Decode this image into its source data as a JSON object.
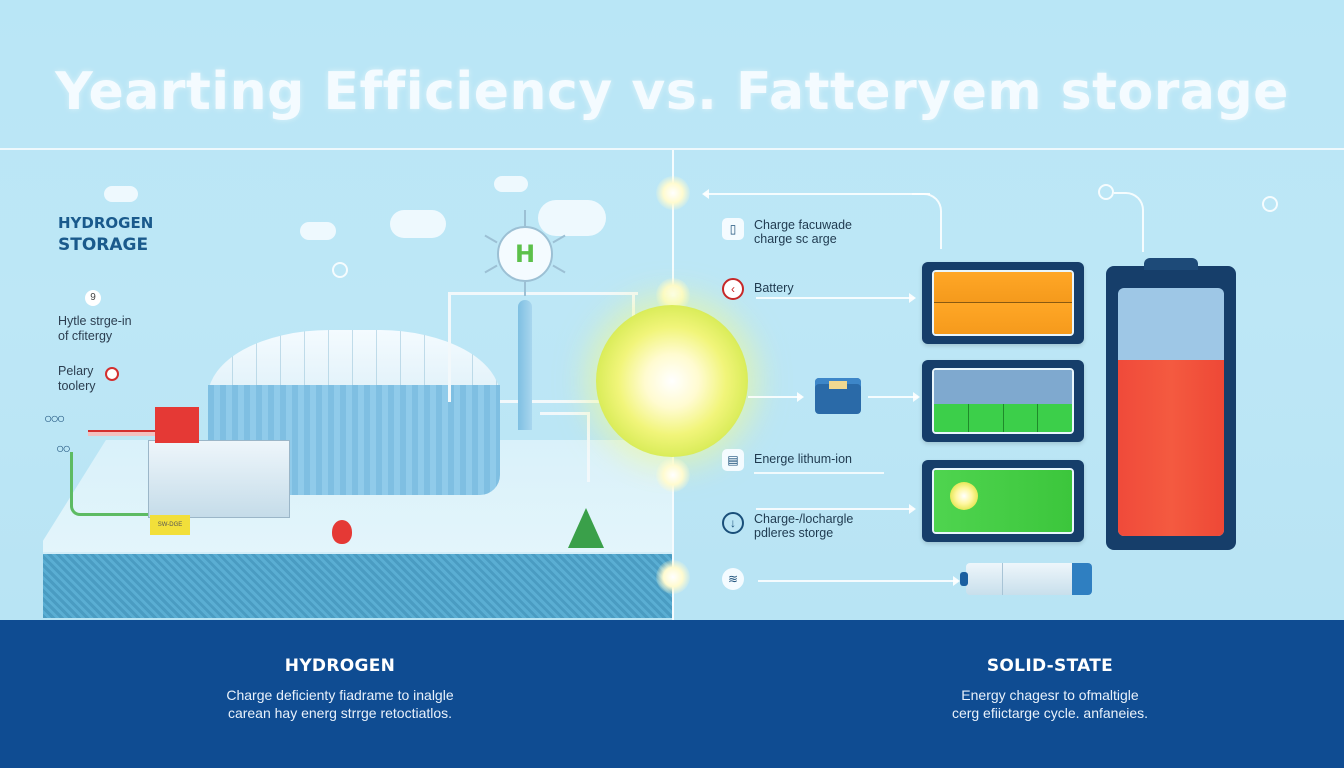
{
  "title": "Yearting Efficiency vs. Fatteryem storage",
  "left_panel": {
    "heading_line1": "HYDROGEN",
    "heading_line2": "STORAGE",
    "badge": "9",
    "note1_line1": "Hytle strge-in",
    "note1_line2": "of cfitergy",
    "note2_line1": "Pelary",
    "note2_line2": "toolery",
    "h_atom_label": "H",
    "yellow_box_label": "SW-DGE"
  },
  "right_panel": {
    "items": [
      {
        "icon": "phone-icon",
        "line1": "Charge facuwade",
        "line2": "charge sc arge"
      },
      {
        "icon": "battery-warning-icon",
        "line1": "Battery",
        "line2": ""
      },
      {
        "icon": "device-icon",
        "line1": "Energe lithum-ion",
        "line2": ""
      },
      {
        "icon": "download-arrow-icon",
        "line1": "Charge-/lochargle",
        "line2": "pdleres storge"
      },
      {
        "icon": "capacitor-icon",
        "line1": "",
        "line2": ""
      }
    ],
    "big_battery_fill_percent": 71
  },
  "footer": {
    "left": {
      "title": "HYDROGEN",
      "line1": "Charge deficienty fiadrame to inalgle",
      "line2": "carean hay energ strrge retoctiatlos."
    },
    "right": {
      "title": "SOLID-STATE",
      "line1": "Energy chagesr to ofmaltigle",
      "line2": "cerg efiictarge cycle. anfaneies."
    }
  },
  "colors": {
    "background": "#b9e6f6",
    "footer": "#0f4c92",
    "heading": "#1a5a8c",
    "battery_frame": "#163e6a",
    "orange": "#ffa726",
    "green": "#3ccf4a",
    "red": "#f04a3a"
  }
}
